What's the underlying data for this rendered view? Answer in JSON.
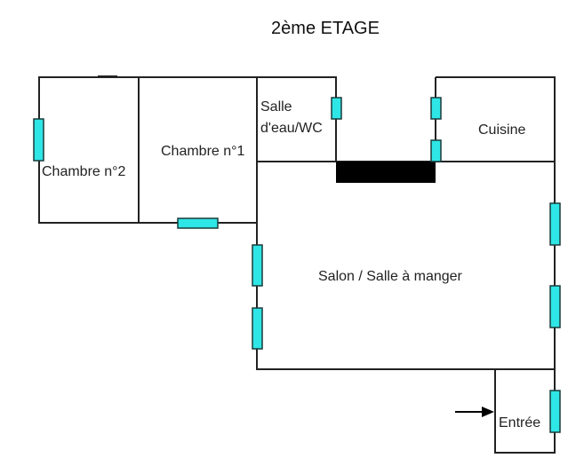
{
  "title": "2ème ETAGE",
  "rooms": {
    "chambre2": "Chambre n°2",
    "chambre1": "Chambre n°1",
    "salle_eau_line1": "Salle",
    "salle_eau_line2": "d'eau/WC",
    "cuisine": "Cuisine",
    "salon": "Salon / Salle à manger",
    "entree": "Entrée"
  },
  "colors": {
    "wall": "#222222",
    "window": "#2ee6e6",
    "stairs": "#000000",
    "background": "#ffffff"
  }
}
